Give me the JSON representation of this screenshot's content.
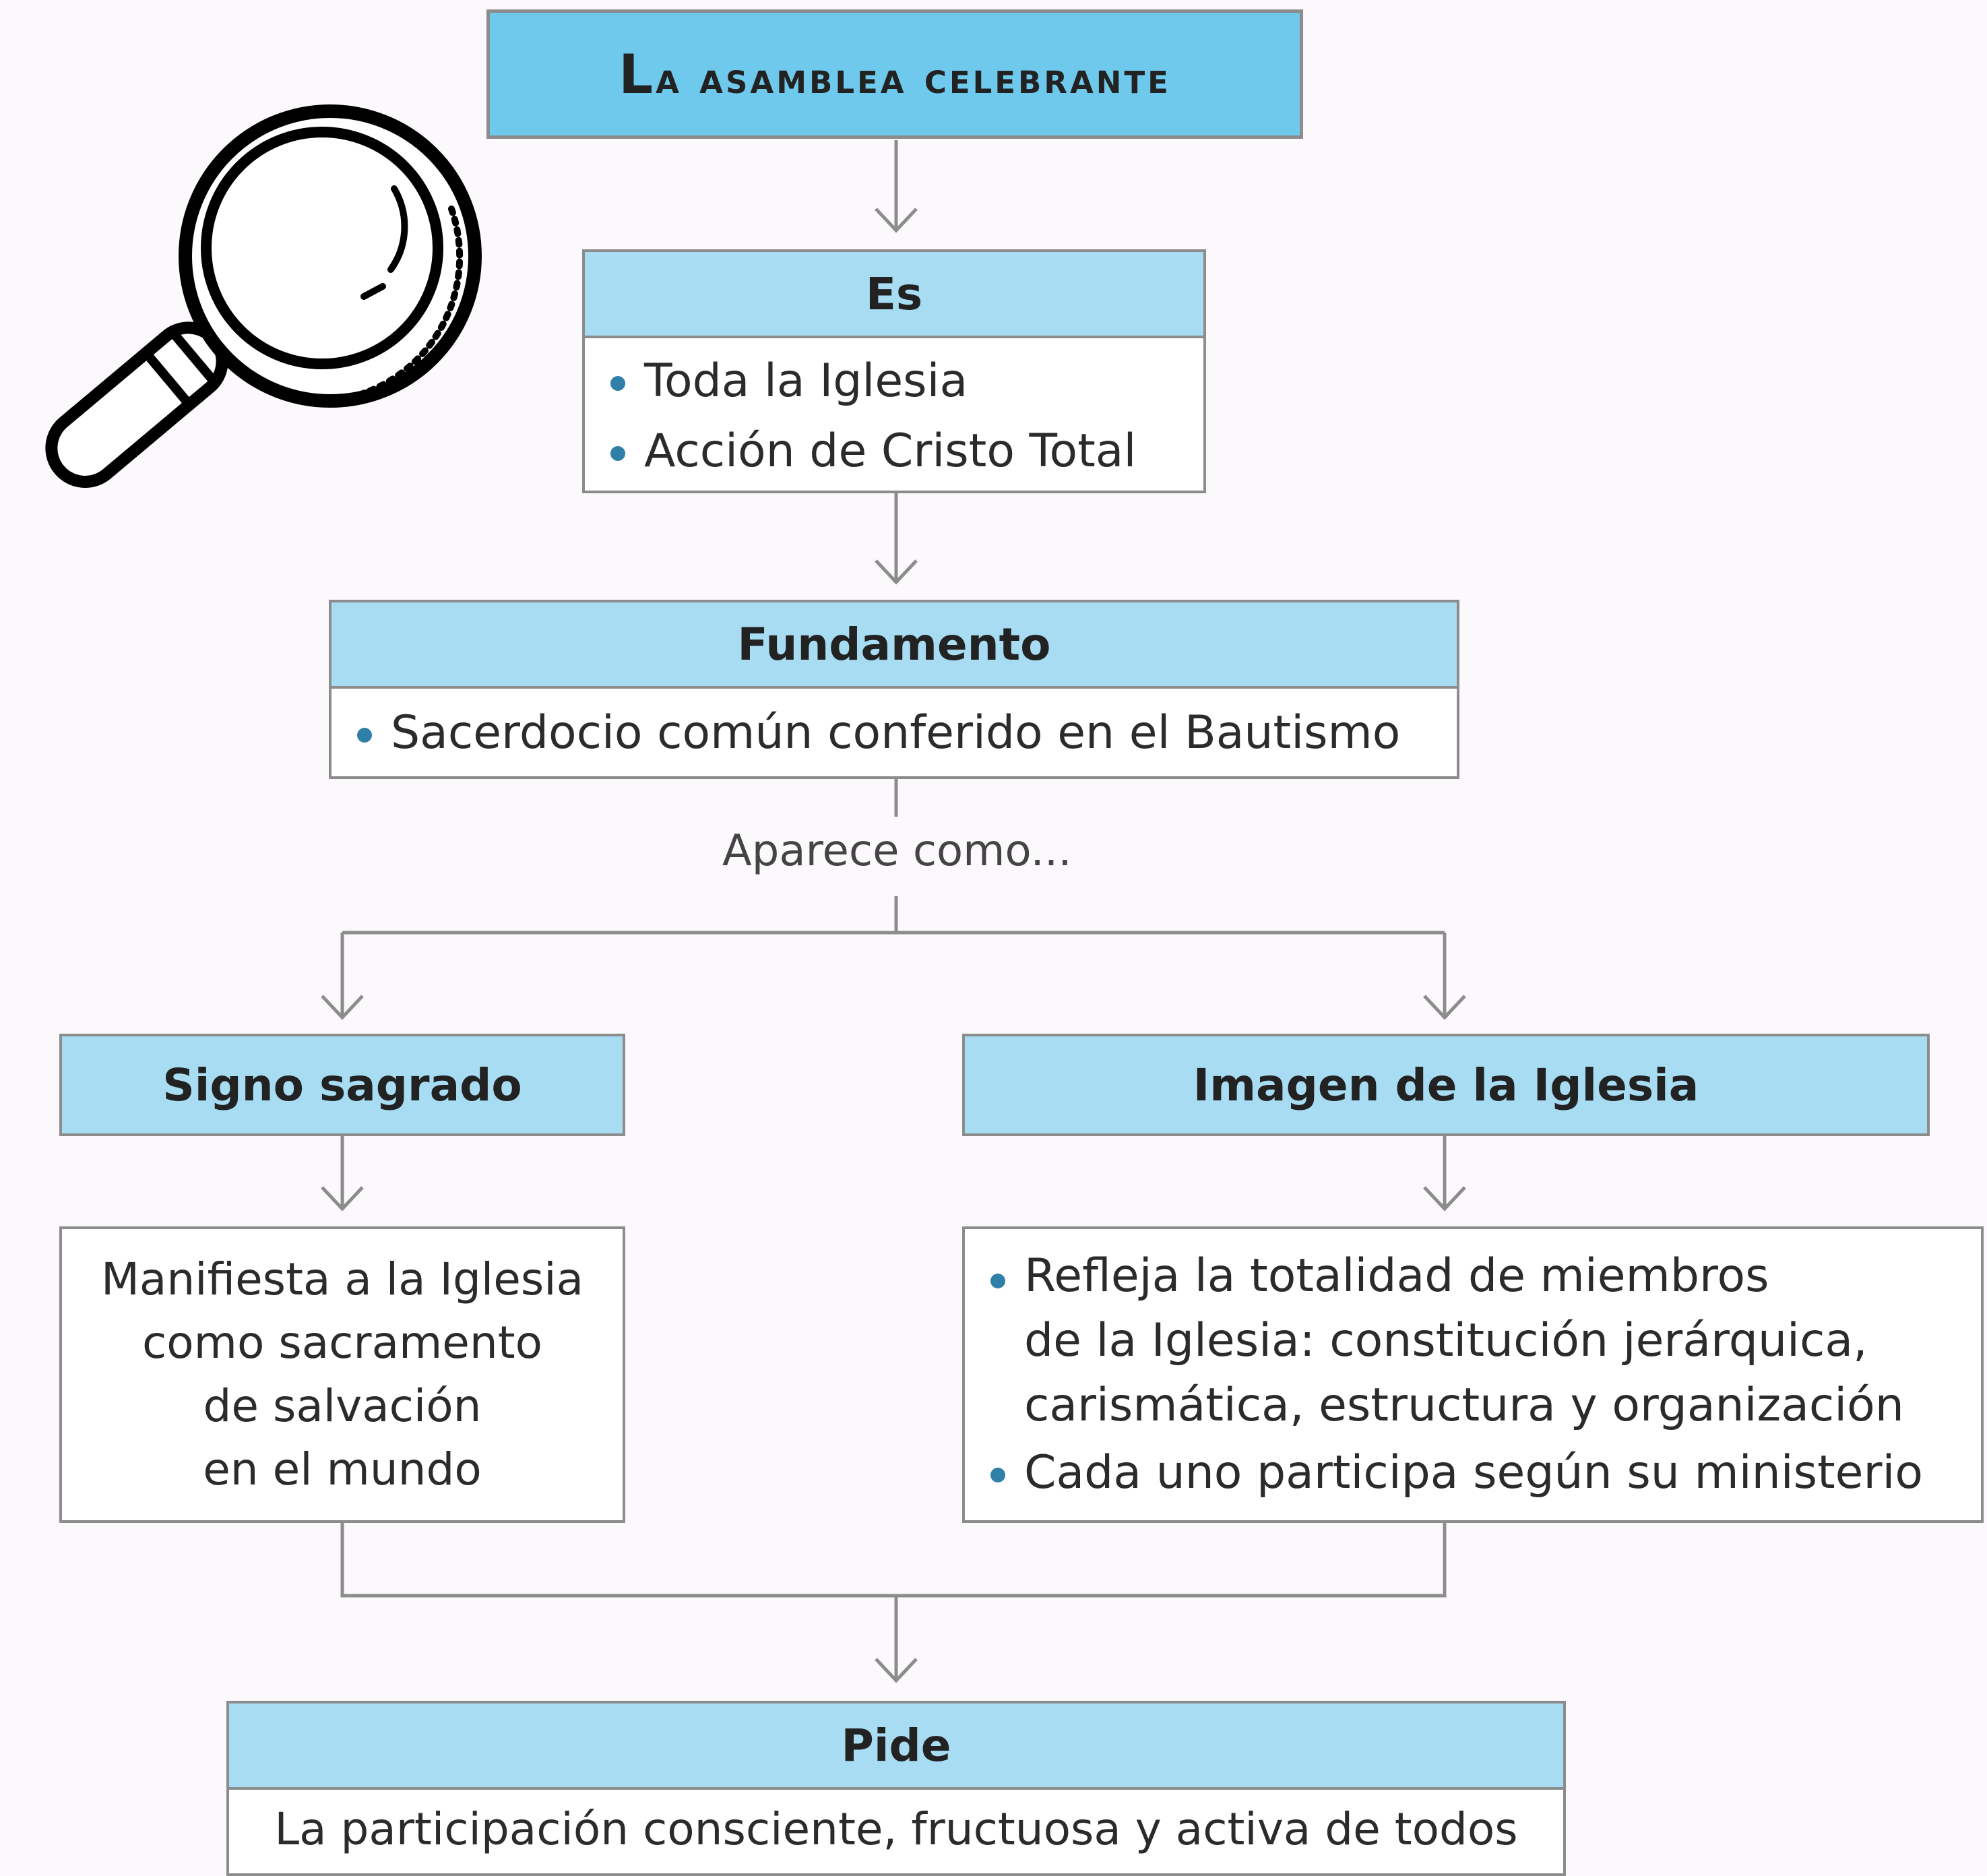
{
  "title": "La asamblea celebrante",
  "es": {
    "header": "Es",
    "items": [
      "Toda la Iglesia",
      "Acción de Cristo Total"
    ]
  },
  "fundamento": {
    "header": "Fundamento",
    "items": [
      "Sacerdocio común conferido en el Bautismo"
    ]
  },
  "connector_label": "Aparece como...",
  "signo": {
    "header": "Signo sagrado",
    "lines": [
      "Manifiesta a la Iglesia",
      "como sacramento",
      "de salvación",
      "en el mundo"
    ]
  },
  "imagen": {
    "header": "Imagen de la Iglesia",
    "items": [
      "Refleja la totalidad de miembros\nde la Iglesia: constitución jerárquica,\ncarismática, estructura y organización",
      "Cada uno participa según su ministerio"
    ]
  },
  "pide": {
    "header": "Pide",
    "text": "La participación consciente, fructuosa y activa de todos"
  },
  "icons": [
    "magnifying-glass-icon"
  ],
  "colors": {
    "header_fill": "#a7dcf2",
    "title_fill": "#6fc9ed",
    "bullet": "#2f7fa8",
    "border": "#8c8c8c"
  }
}
